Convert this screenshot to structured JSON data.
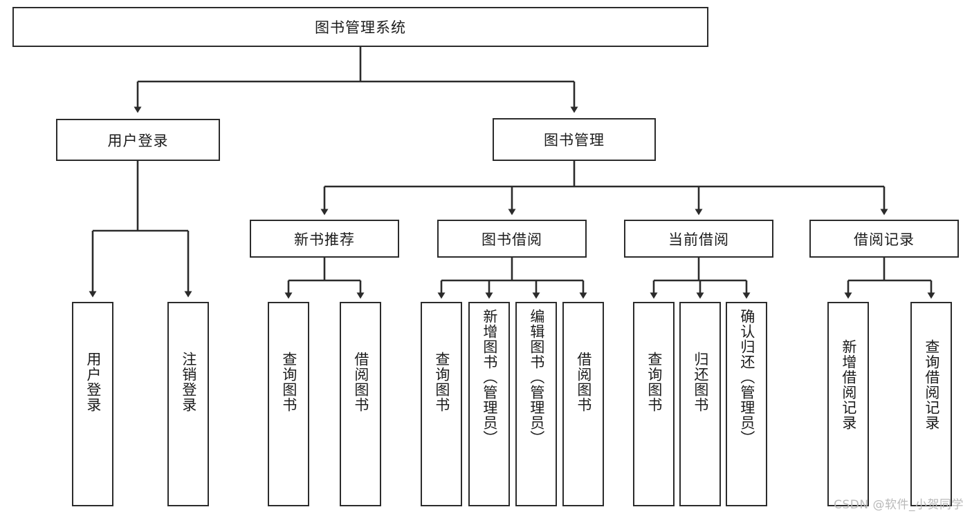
{
  "diagram": {
    "title": "图书管理系统",
    "type": "tree",
    "orientation": "top-down",
    "colors": {
      "stroke": "#2b2b2b",
      "fill": "#ffffff",
      "text": "#1b1b1b",
      "background": "#ffffff",
      "watermark": "#b9b9b9"
    },
    "root": {
      "label": "图书管理系统"
    },
    "level1": [
      {
        "label": "用户登录"
      },
      {
        "label": "图书管理"
      }
    ],
    "level2": [
      {
        "label": "新书推荐"
      },
      {
        "label": "图书借阅"
      },
      {
        "label": "当前借阅"
      },
      {
        "label": "借阅记录"
      }
    ],
    "leaves": {
      "user_login": [
        {
          "label": "用户登录"
        },
        {
          "label": "注销登录"
        }
      ],
      "new_book_recommend": [
        {
          "label": "查询图书"
        },
        {
          "label": "借阅图书"
        }
      ],
      "book_borrow": [
        {
          "label": "查询图书"
        },
        {
          "label": "新增图书（管理员）"
        },
        {
          "label": "编辑图书（管理员）"
        },
        {
          "label": "借阅图书"
        }
      ],
      "current_borrow": [
        {
          "label": "查询图书"
        },
        {
          "label": "归还图书"
        },
        {
          "label": "确认归还（管理员）"
        }
      ],
      "borrow_record": [
        {
          "label": "新增借阅记录"
        },
        {
          "label": "查询借阅记录"
        }
      ]
    }
  },
  "watermark": {
    "text": "CSDN @软件_小贺同学"
  }
}
